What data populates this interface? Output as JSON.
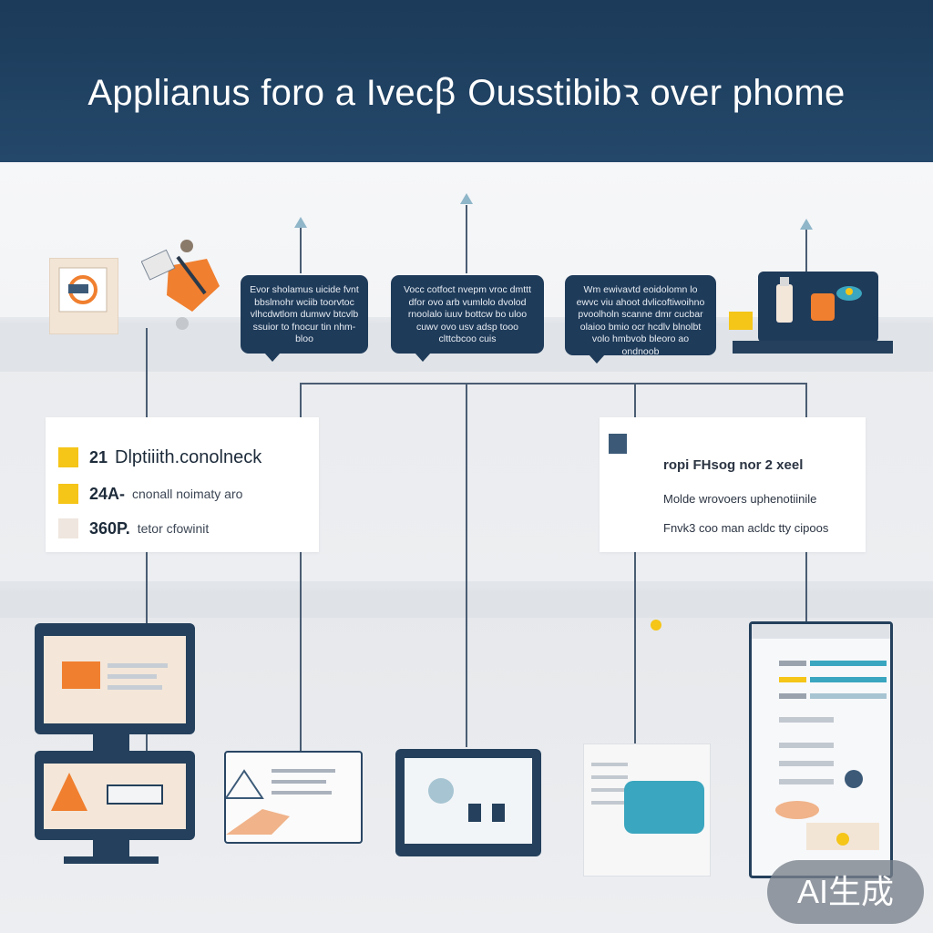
{
  "header": {
    "title": "Applianus foro a  Ivecꞵ Ousstibibꝛ over phome"
  },
  "bubbles": [
    {
      "text": "Evor sholamus uicide fvnt bbslmohr wciib toorvtoc vlhcdwtlom dumwv btcvlb ssuior to fnocur tin nhm-bloo"
    },
    {
      "text": "Vocc cotfoct nvepm vroc dmttt dfor ovo arb vumlolo dvolod rnoolalo iuuv bottcw bo uloo cuwv ovo usv adsp tooo clttcbcoo cuis"
    },
    {
      "text": "Wm ewivavtd eoidolomn lo ewvc viu ahoot dvlicoftiwoihno pvoolholn scanne dmr cucbar olaioo bmio ocr hcdlv blnolbt volo hmbvob bleoro ao ondnoob"
    }
  ],
  "legend_left": {
    "rows": [
      {
        "num": "21",
        "text": "Dlptiiith.conolneck",
        "color": "#f5c518"
      },
      {
        "num": "24A-",
        "text": "cnonall noimaty aro",
        "color": "#f5c518"
      },
      {
        "num": "360P.",
        "text": "tetor cfowinit",
        "color": "#efe6df"
      }
    ]
  },
  "legend_right": {
    "lines": [
      "ropi FHsog nor 2 xeel",
      "Molde wrovoers uphenotiinile",
      "Fnvk3 coo man acldc tty cipoos"
    ]
  },
  "badge": {
    "label": "AI生成"
  },
  "colors": {
    "header": "#1c3a59",
    "accent_orange": "#f07f2f",
    "accent_teal": "#3ba6bf",
    "accent_yellow": "#f5c518"
  }
}
